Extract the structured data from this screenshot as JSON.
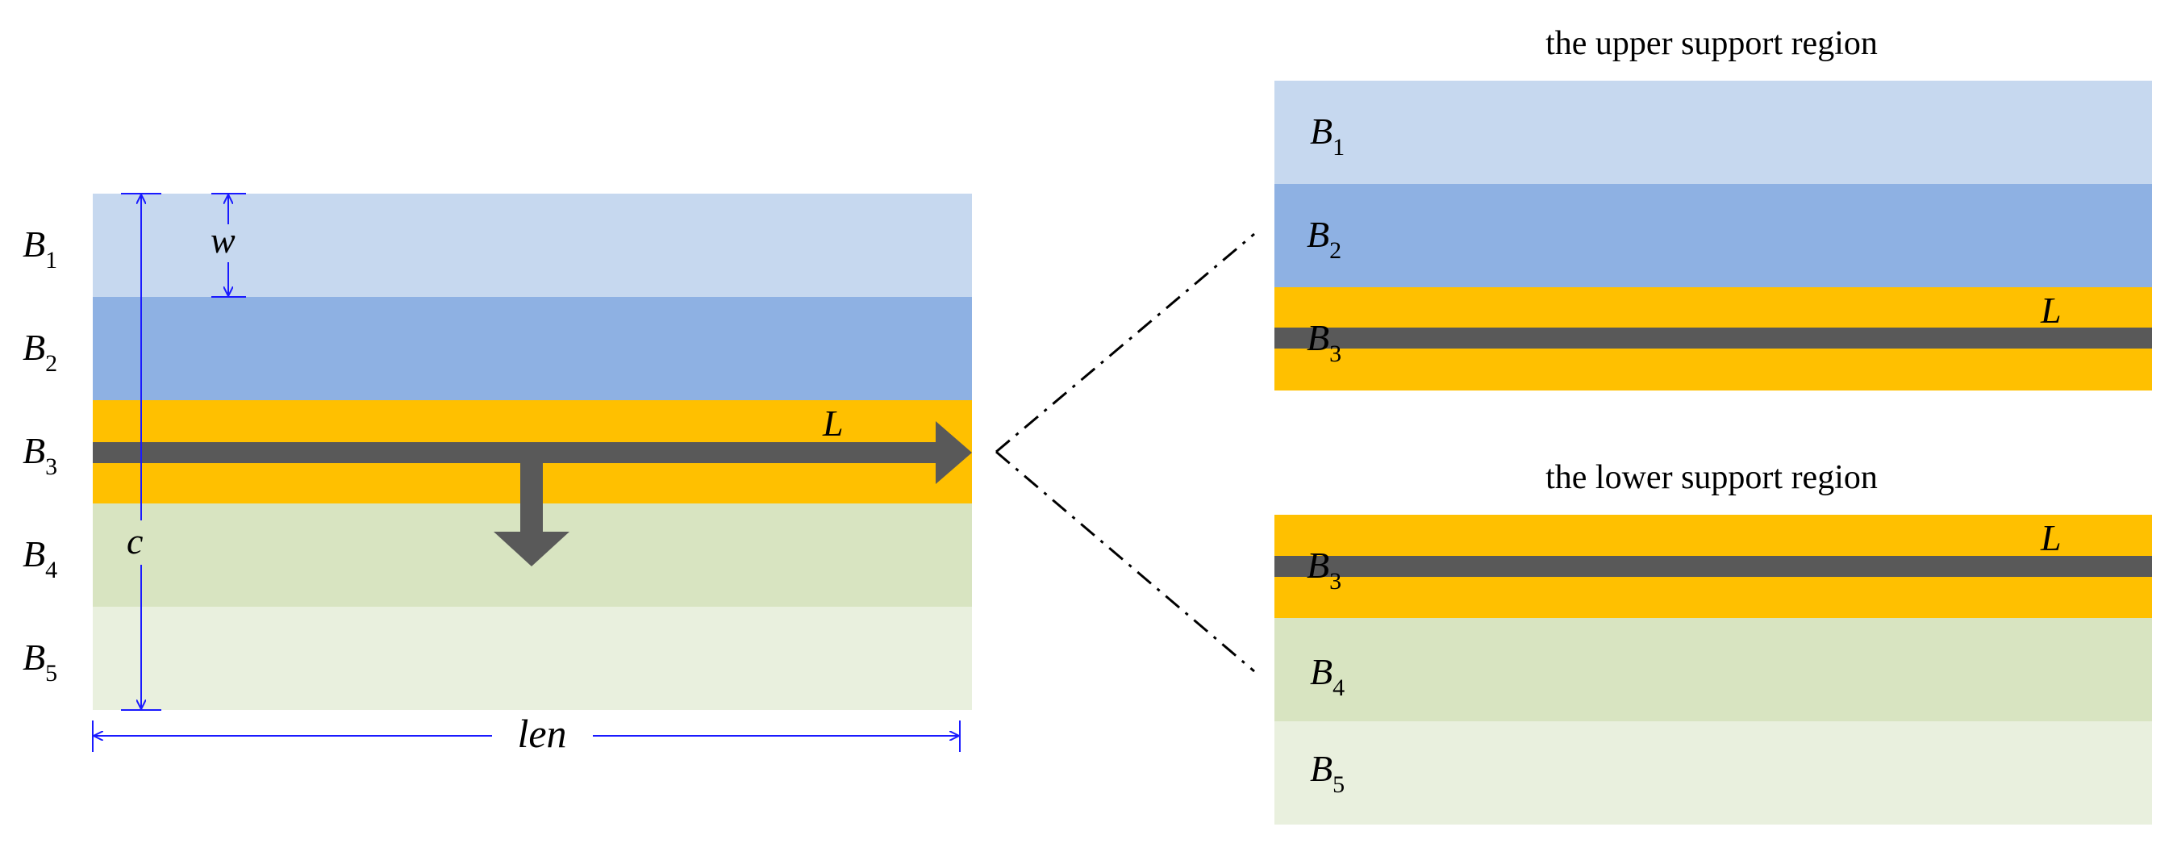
{
  "left_diagram": {
    "bands": [
      {
        "letter": "B",
        "index": "1",
        "color": "#c6d8ef"
      },
      {
        "letter": "B",
        "index": "2",
        "color": "#8eb1e3"
      },
      {
        "letter": "B",
        "index": "3",
        "color": "#ffc000"
      },
      {
        "letter": "B",
        "index": "4",
        "color": "#d8e4c1"
      },
      {
        "letter": "B",
        "index": "5",
        "color": "#e9f0de"
      }
    ],
    "line_label": "L",
    "dim_band_width": "w",
    "dim_total_height": "c",
    "dim_length": "len",
    "arrow_color": "#595959",
    "dimension_color": "#1a1aff"
  },
  "upper_region": {
    "title": "the upper support region",
    "bands": [
      {
        "letter": "B",
        "index": "1",
        "color": "#c6d8ef"
      },
      {
        "letter": "B",
        "index": "2",
        "color": "#8eb1e3"
      },
      {
        "letter": "B",
        "index": "3",
        "color": "#ffc000"
      }
    ],
    "line_label": "L"
  },
  "lower_region": {
    "title": "the lower support region",
    "bands": [
      {
        "letter": "B",
        "index": "3",
        "color": "#ffc000"
      },
      {
        "letter": "B",
        "index": "4",
        "color": "#d8e4c1"
      },
      {
        "letter": "B",
        "index": "5",
        "color": "#e9f0de"
      }
    ],
    "line_label": "L"
  }
}
